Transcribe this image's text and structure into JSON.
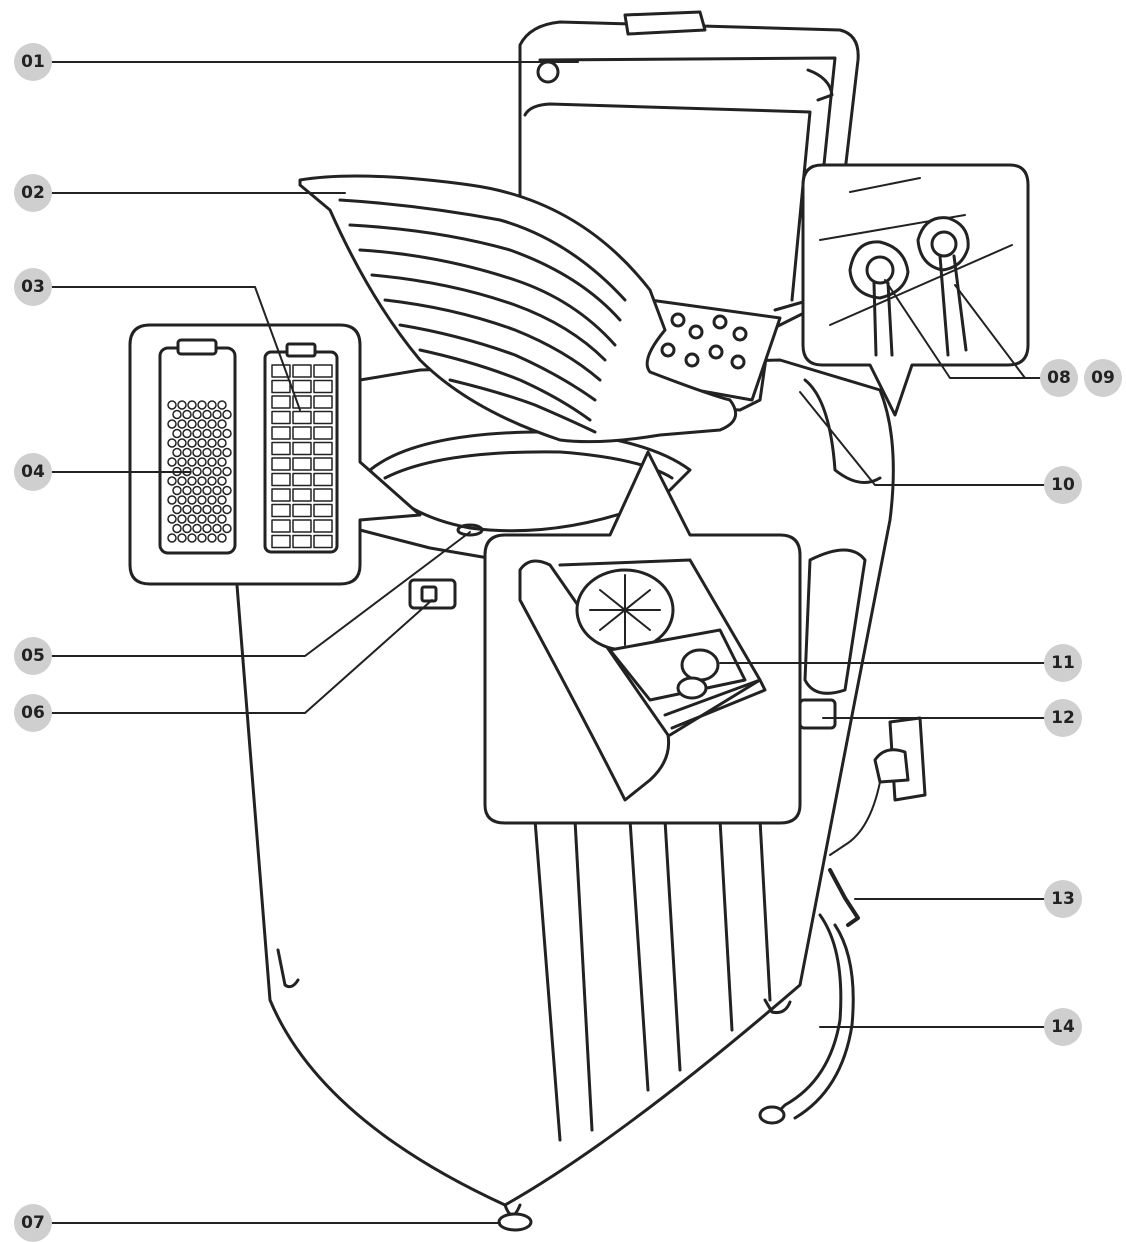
{
  "labels": [
    {
      "id": "01",
      "text": "01"
    },
    {
      "id": "02",
      "text": "02"
    },
    {
      "id": "03",
      "text": "03"
    },
    {
      "id": "04",
      "text": "04"
    },
    {
      "id": "05",
      "text": "05"
    },
    {
      "id": "06",
      "text": "06"
    },
    {
      "id": "07",
      "text": "07"
    },
    {
      "id": "08",
      "text": "08"
    },
    {
      "id": "09",
      "text": "09"
    },
    {
      "id": "10",
      "text": "10"
    },
    {
      "id": "11",
      "text": "11"
    },
    {
      "id": "12",
      "text": "12"
    },
    {
      "id": "13",
      "text": "13"
    },
    {
      "id": "14",
      "text": "14"
    }
  ],
  "colors": {
    "badge": "#cfcfcf",
    "line": "#222222",
    "fill": "#ffffff"
  }
}
